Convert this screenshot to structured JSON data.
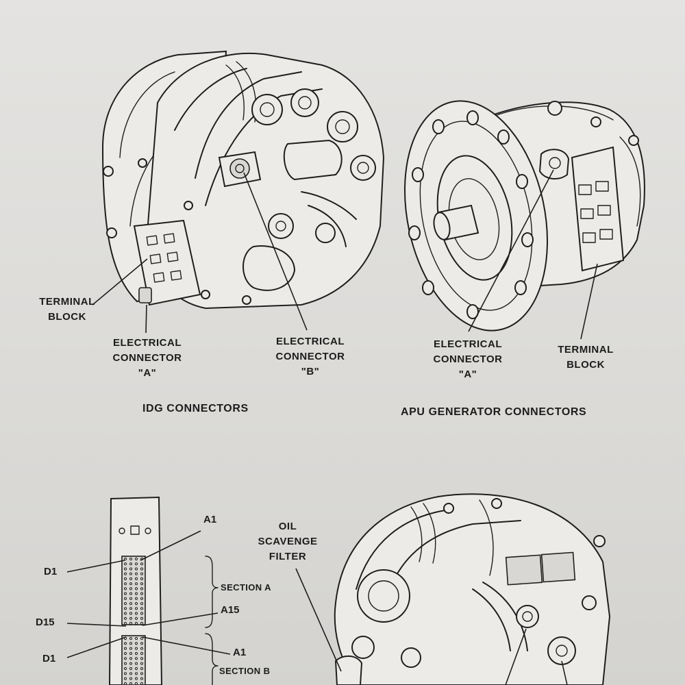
{
  "idg": {
    "terminal_block": [
      "TERMINAL",
      "BLOCK"
    ],
    "connector_a": [
      "ELECTRICAL",
      "CONNECTOR",
      "\"A\""
    ],
    "connector_b": [
      "ELECTRICAL",
      "CONNECTOR",
      "\"B\""
    ],
    "caption": "IDG CONNECTORS"
  },
  "apu": {
    "connector_a": [
      "ELECTRICAL",
      "CONNECTOR",
      "\"A\""
    ],
    "terminal_block": [
      "TERMINAL",
      "BLOCK"
    ],
    "caption": "APU GENERATOR CONNECTORS"
  },
  "strip": {
    "pins": [
      "A1",
      "D1",
      "D15",
      "A15",
      "D1",
      "A1"
    ],
    "sections": [
      "SECTION A",
      "SECTION B"
    ]
  },
  "idg_lower": {
    "oil_filter": [
      "OIL",
      "SCAVENGE",
      "FILTER"
    ]
  }
}
